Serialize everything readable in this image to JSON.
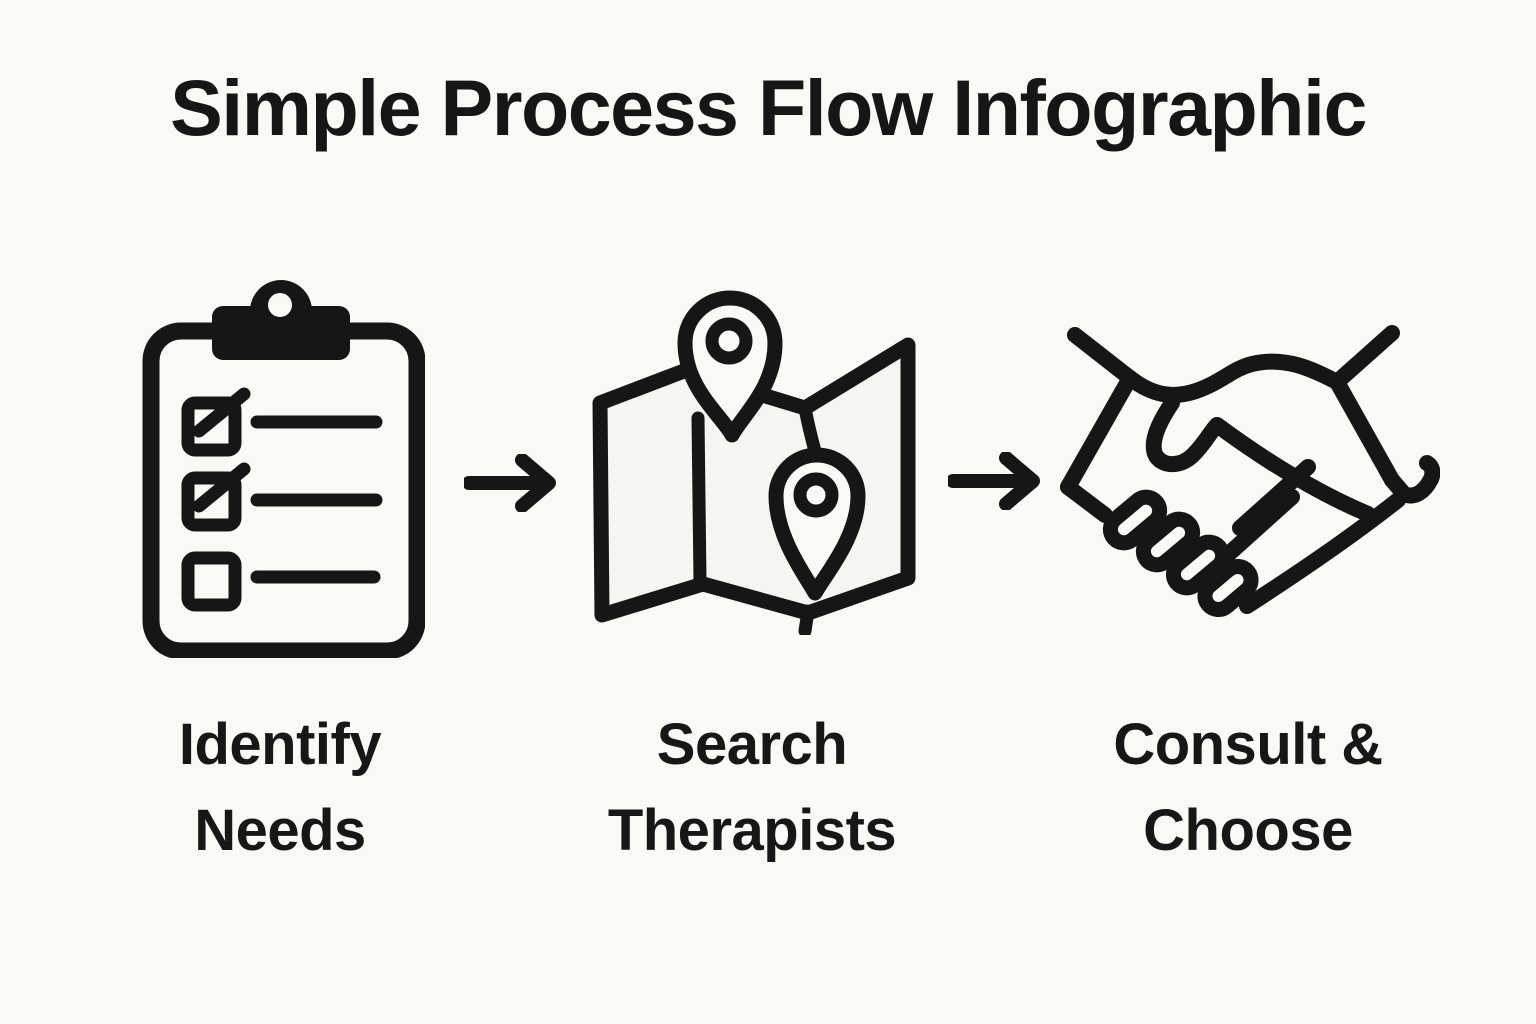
{
  "title": "Simple Process Flow Infographic",
  "steps": [
    {
      "id": "identify-needs",
      "icon": "clipboard-checklist",
      "label_line1": "Identify",
      "label_line2": "Needs"
    },
    {
      "id": "search-therapists",
      "icon": "map-pins",
      "label_line1": "Search",
      "label_line2": "Therapists"
    },
    {
      "id": "consult-choose",
      "icon": "handshake",
      "label_line1": "Consult &",
      "label_line2": "Choose"
    }
  ],
  "arrows": [
    {
      "id": "arrow-1",
      "icon": "arrow-right"
    },
    {
      "id": "arrow-2",
      "icon": "arrow-right"
    }
  ],
  "colors": {
    "background": "#faf9f6",
    "ink": "#161616"
  }
}
